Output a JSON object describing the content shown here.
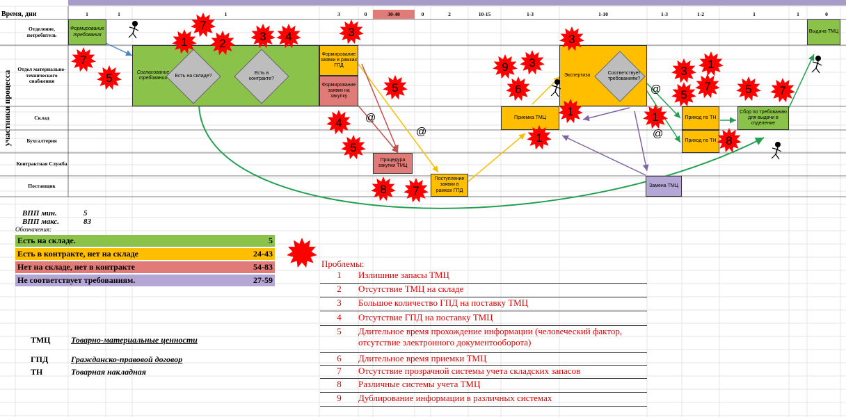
{
  "header": {
    "time_label": "Время, дни",
    "time_cells": [
      "1",
      "1",
      "1",
      "3",
      "0",
      "30-40",
      "0",
      "2",
      "10-15",
      "1-3",
      "1-10",
      "1-3",
      "1-2",
      "1",
      "1",
      "0"
    ]
  },
  "side_label": "участники процесса",
  "rows": [
    "Отделение, потребитель",
    "Отдел материально-технического снабжения",
    "Склад",
    "Бухгалтерия",
    "Контрактная Служба",
    "Поставщик"
  ],
  "boxes": {
    "form_req": "Формирование требования",
    "approve_req": "Согласование требования",
    "form_gpd": "Формирование заявки в рамках ГПД",
    "form_purchase": "Формирование заявки на закупку",
    "procurement": "Процедура закупки ТМЦ",
    "incoming": "Поступление заявки в рамках ГПД",
    "receipt": "Приемка ТМЦ",
    "expertise": "Экспертиза",
    "arrival_1": "Приход по ТН",
    "arrival_2": "Приход по ТН",
    "assemble": "Сбор по требованию для выдачи в отделение",
    "issue": "Выдача ТМЦ",
    "replace": "Замена ТМЦ"
  },
  "diamonds": {
    "in_stock": "Есть на складе?",
    "in_contract": "Есть в контракте?",
    "conforms": "Соответствует требованиям?"
  },
  "markers": [
    "1",
    "7",
    "2",
    "3",
    "4",
    "3",
    "7",
    "5",
    "5",
    "4",
    "5",
    "8",
    "7",
    "9",
    "3",
    "6",
    "3",
    "1",
    "1",
    "1",
    "3",
    "1",
    "5",
    "7",
    "5",
    "7",
    "8"
  ],
  "at_sign": "@",
  "stats": {
    "min_label": "ВПП мин.",
    "min_value": "5",
    "max_label": "ВПП макс.",
    "max_value": "83"
  },
  "legend": {
    "title": "Обозначения:",
    "items": [
      {
        "label": "Есть на складе.",
        "value": "5",
        "color": "#8bc34a"
      },
      {
        "label": "Есть в контракте, нет на складе",
        "value": "24-43",
        "color": "#ffbe00"
      },
      {
        "label": "Нет на складе, нет в контракте",
        "value": "54-83",
        "color": "#e07b77"
      },
      {
        "label": "Не соответствует требованиям.",
        "value": "27-59",
        "color": "#b4a7d6"
      }
    ]
  },
  "problems": {
    "title": "Проблемы:",
    "items": [
      {
        "num": "1",
        "text": "Излишние запасы ТМЦ"
      },
      {
        "num": "2",
        "text": "Отсутствие ТМЦ на складе"
      },
      {
        "num": "3",
        "text": "Большое количество ГПД на поставку ТМЦ"
      },
      {
        "num": "4",
        "text": "Отсутствие ГПД на поставку ТМЦ"
      },
      {
        "num": "5",
        "text": "Длительное время прохождение информации (человеческий фактор, отсутствие электронного документооборота)"
      },
      {
        "num": "6",
        "text": "Длительное время приемки ТМЦ"
      },
      {
        "num": "7",
        "text": "Отсутствие прозрачной системы учета складских запасов"
      },
      {
        "num": "8",
        "text": "Различные системы учета ТМЦ"
      },
      {
        "num": "9",
        "text": "Дублирование информации в различных системах"
      }
    ]
  },
  "abbreviations": [
    {
      "abbr": "ТМЦ",
      "def": "Товарно-материальные ценности"
    },
    {
      "abbr": "ГПД",
      "def": "Гражданско-правовой договор"
    },
    {
      "abbr": "ТН",
      "def": "Товарная накладная"
    }
  ],
  "colors": {
    "green": "#8bc34a",
    "orange": "#ffbe00",
    "red": "#e07b77",
    "purple": "#b4a7d6",
    "star": "#ff0000"
  }
}
